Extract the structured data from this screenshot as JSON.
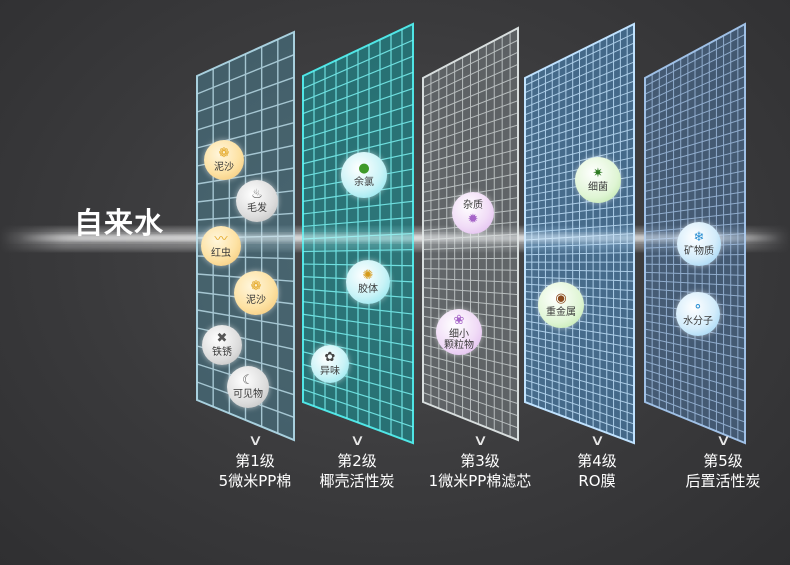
{
  "source": {
    "label": "自来水"
  },
  "colors": {
    "stage1": "#7fb0c2",
    "stage2": "#22c8c8",
    "stage3": "#b8c0c2",
    "stage4": "#7ec0ee",
    "stage5": "#5a86b8"
  },
  "stages": [
    {
      "step": "第1级",
      "name": "5微米PP棉",
      "contaminants": [
        {
          "text": "泥沙",
          "icon": "sand-icon"
        },
        {
          "text": "毛发",
          "icon": "hair-icon"
        },
        {
          "text": "红虫",
          "icon": "worm-icon"
        },
        {
          "text": "泥沙",
          "icon": "sand-icon"
        },
        {
          "text": "铁锈",
          "icon": "rust-icon"
        },
        {
          "text": "可见物",
          "icon": "particle-icon"
        }
      ]
    },
    {
      "step": "第2级",
      "name": "椰壳活性炭",
      "contaminants": [
        {
          "text": "余氯",
          "icon": "chlorine-icon"
        },
        {
          "text": "胶体",
          "icon": "colloid-icon"
        },
        {
          "text": "异味",
          "icon": "odor-icon"
        }
      ]
    },
    {
      "step": "第3级",
      "name": "1微米PP棉滤芯",
      "contaminants": [
        {
          "text": "杂质",
          "icon": "impurity-icon"
        },
        {
          "text": "细小颗粒物",
          "line1": "细小",
          "line2": "颗粒物",
          "icon": "fine-particle-icon"
        }
      ]
    },
    {
      "step": "第4级",
      "name": "RO膜",
      "contaminants": [
        {
          "text": "细菌",
          "icon": "bacteria-icon"
        },
        {
          "text": "重金属",
          "icon": "heavy-metal-icon"
        }
      ]
    },
    {
      "step": "第5级",
      "name": "后置活性炭",
      "contaminants": [
        {
          "text": "矿物质",
          "icon": "mineral-icon"
        },
        {
          "text": "水分子",
          "icon": "water-molecule-icon"
        }
      ]
    }
  ]
}
